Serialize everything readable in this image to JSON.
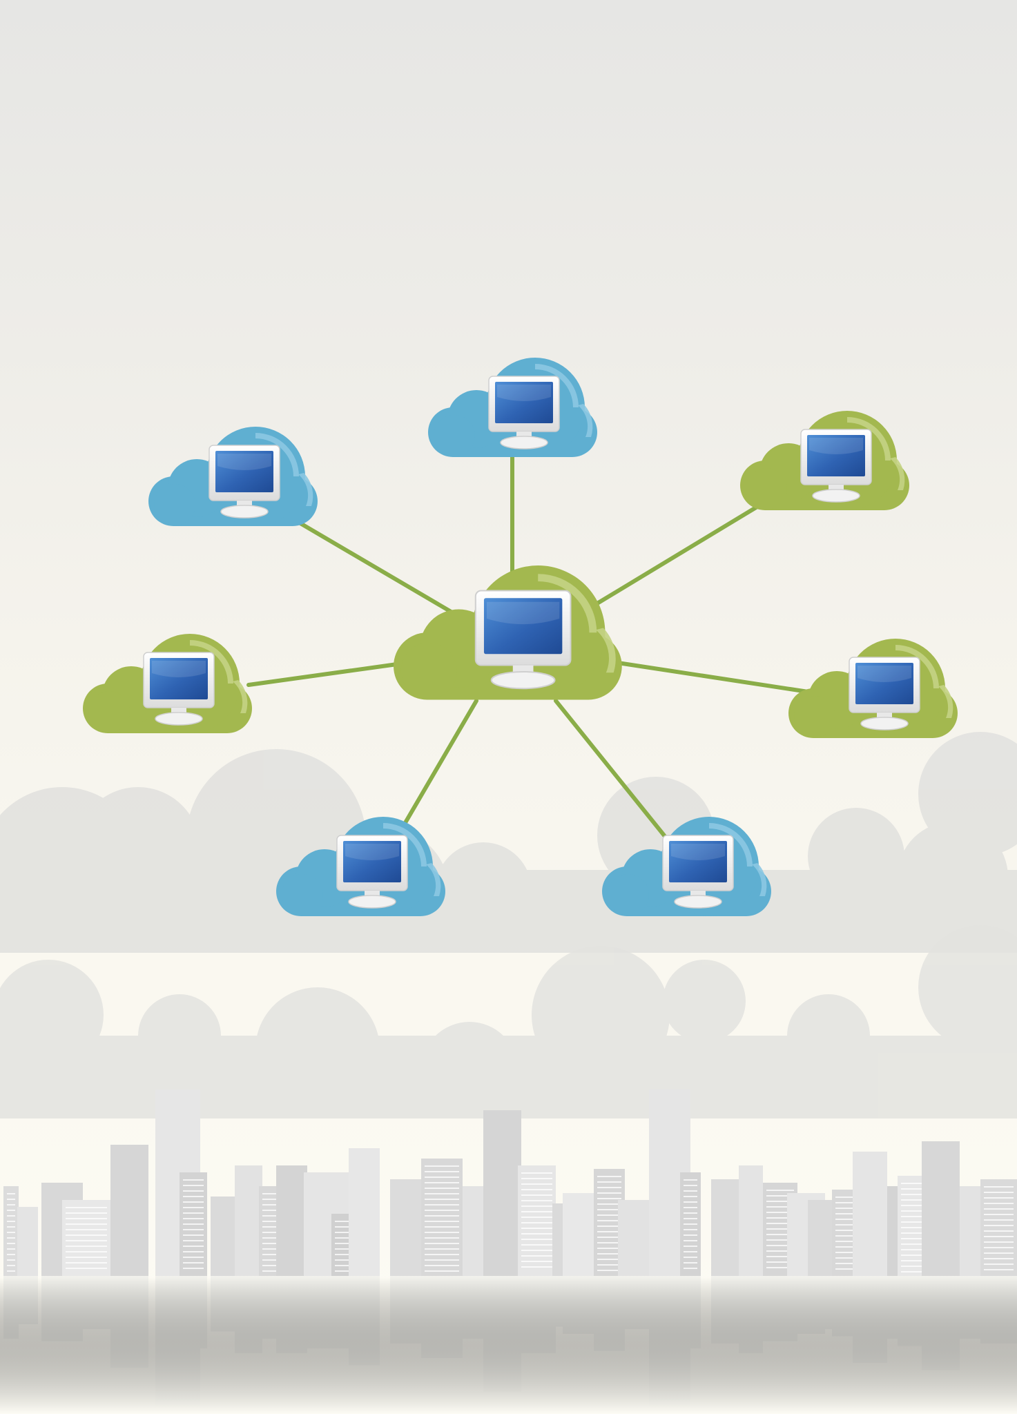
{
  "illustration": {
    "subject": "cloud-network",
    "background_gradient": [
      "#e6e6e4",
      "#f5f3ec",
      "#fdfcf5"
    ],
    "colors": {
      "green_cloud": "#a3b84f",
      "green_cloud_highlight": "#c4d384",
      "blue_cloud": "#5fafd1",
      "blue_cloud_highlight": "#8cc8e2",
      "connector_line": "#8aad48",
      "monitor_frame": "#f4f4f4",
      "monitor_screen": "#2f63b3",
      "background_cloud": "#dcdcdc",
      "city_silhouette": "#d6d6d6",
      "city_reflection": "#e9e9e6"
    },
    "hub": {
      "name": "central-cloud-computer",
      "cloud_color": "green"
    },
    "nodes": [
      {
        "name": "top-left",
        "cloud_color": "blue"
      },
      {
        "name": "top-center",
        "cloud_color": "blue"
      },
      {
        "name": "top-right",
        "cloud_color": "green"
      },
      {
        "name": "middle-left",
        "cloud_color": "green"
      },
      {
        "name": "middle-right",
        "cloud_color": "green"
      },
      {
        "name": "bottom-left",
        "cloud_color": "blue"
      },
      {
        "name": "bottom-right",
        "cloud_color": "blue"
      }
    ],
    "decorations": [
      "background-clouds",
      "city-skyline",
      "skyline-reflection"
    ]
  }
}
